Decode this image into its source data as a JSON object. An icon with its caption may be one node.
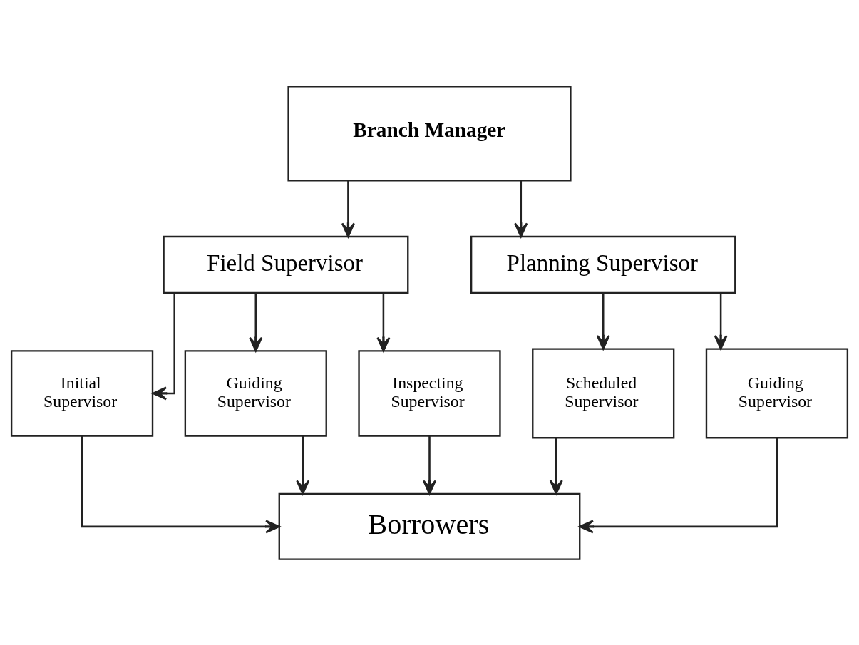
{
  "diagram": {
    "nodes": [
      {
        "text": [
          "Branch Manager"
        ]
      },
      {
        "text": [
          "Field Supervisor"
        ]
      },
      {
        "text": [
          "Planning Supervisor"
        ]
      },
      {
        "text": [
          "Initial Supervisor"
        ]
      },
      {
        "text": [
          "Guiding Supervisor"
        ]
      },
      {
        "text": [
          "Inspecting Supervisor"
        ]
      },
      {
        "text": [
          "Scheduled Supervisor"
        ]
      },
      {
        "text": [
          "Guiding Supervisor"
        ]
      },
      {
        "text": [
          "Borrowers"
        ]
      }
    ],
    "edges": [
      {
        "from": 0,
        "to": 1,
        "arrow": "to"
      },
      {
        "from": 0,
        "to": 2,
        "arrow": "to"
      },
      {
        "from": 1,
        "to": 3,
        "arrow": "to"
      },
      {
        "from": 1,
        "to": 4,
        "arrow": "to"
      },
      {
        "from": 1,
        "to": 5,
        "arrow": "to"
      },
      {
        "from": 2,
        "to": 6,
        "arrow": "to"
      },
      {
        "from": 2,
        "to": 7,
        "arrow": "to"
      },
      {
        "from": 3,
        "to": 8,
        "arrow": "to"
      },
      {
        "from": 4,
        "to": 8,
        "arrow": "to"
      },
      {
        "from": 5,
        "to": 8,
        "arrow": "to"
      },
      {
        "from": 6,
        "to": 8,
        "arrow": "to"
      },
      {
        "from": 7,
        "to": 8,
        "arrow": "to"
      }
    ]
  }
}
